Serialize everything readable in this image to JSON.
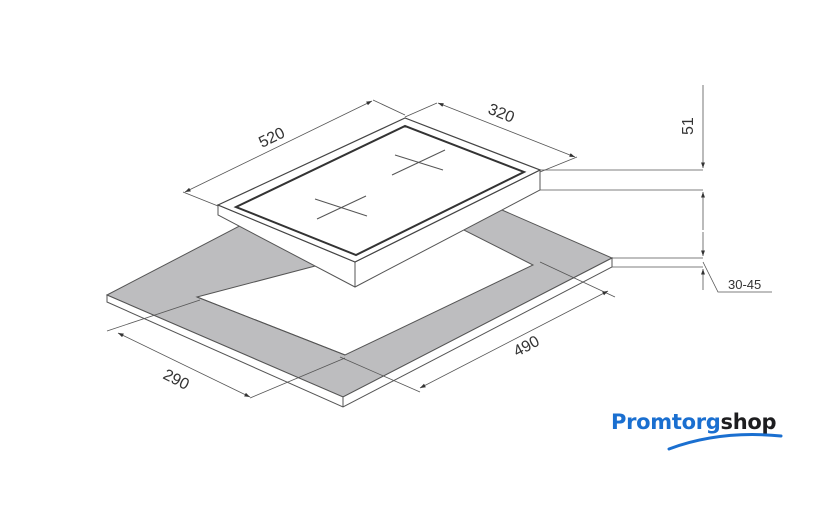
{
  "diagram": {
    "dimensions": {
      "hob_width": "520",
      "hob_depth": "320",
      "hob_height": "51",
      "countertop_thickness": "30-45",
      "cutout_width": "490",
      "cutout_depth": "290"
    }
  },
  "logo": {
    "part1": "Promtorg",
    "part2": "shop"
  },
  "colors": {
    "countertop": "#bdbdbf",
    "line": "#555555",
    "brand_blue": "#1a6fd0"
  }
}
